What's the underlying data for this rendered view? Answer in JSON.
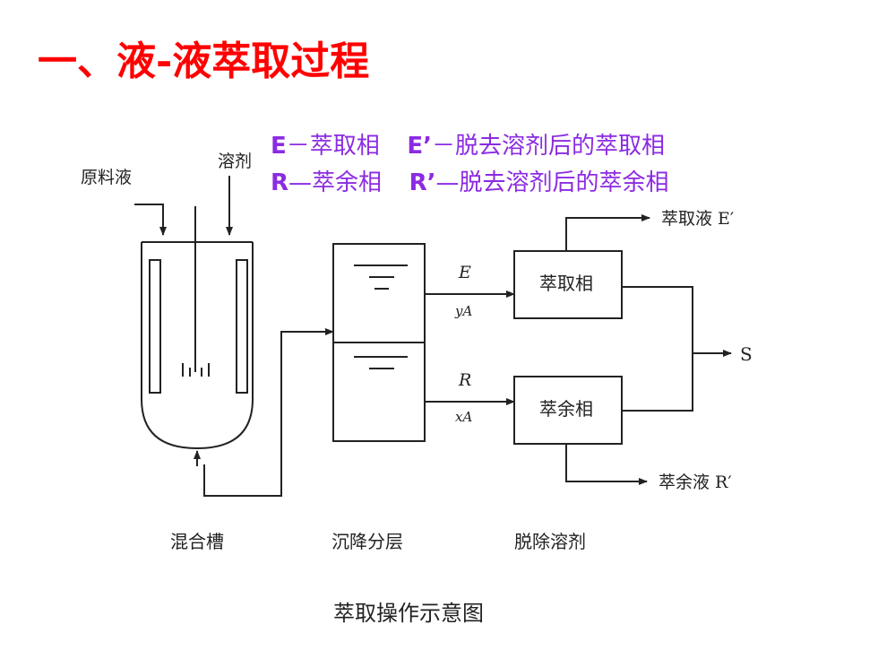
{
  "title": "一、液-液萃取过程",
  "legend": {
    "line1": {
      "sym1": "E",
      "txt1": "－萃取相",
      "sym2": "E’",
      "txt2": "－脱去溶剂后的萃取相"
    },
    "line2": {
      "sym1": "R",
      "txt1": "—萃余相",
      "sym2": "R’",
      "txt2": "—脱去溶剂后的萃余相"
    }
  },
  "diagram": {
    "feed_label": "原料液",
    "solvent_label": "溶剂",
    "stream_E": "E",
    "stream_yA": "yA",
    "stream_R": "R",
    "stream_xA": "xA",
    "box_extract": "萃取相",
    "box_raffinate": "萃余相",
    "out_extract_liquid": "萃取液 E′",
    "out_raffinate_liquid": "萃余液 R′",
    "out_solvent": "S",
    "label_mixer": "混合槽",
    "label_settler": "沉降分层",
    "label_solvent_removal": "脱除溶剂",
    "caption": "萃取操作示意图"
  },
  "colors": {
    "title": "#ff0000",
    "legend": "#8b2be2",
    "lines": "#222222"
  }
}
